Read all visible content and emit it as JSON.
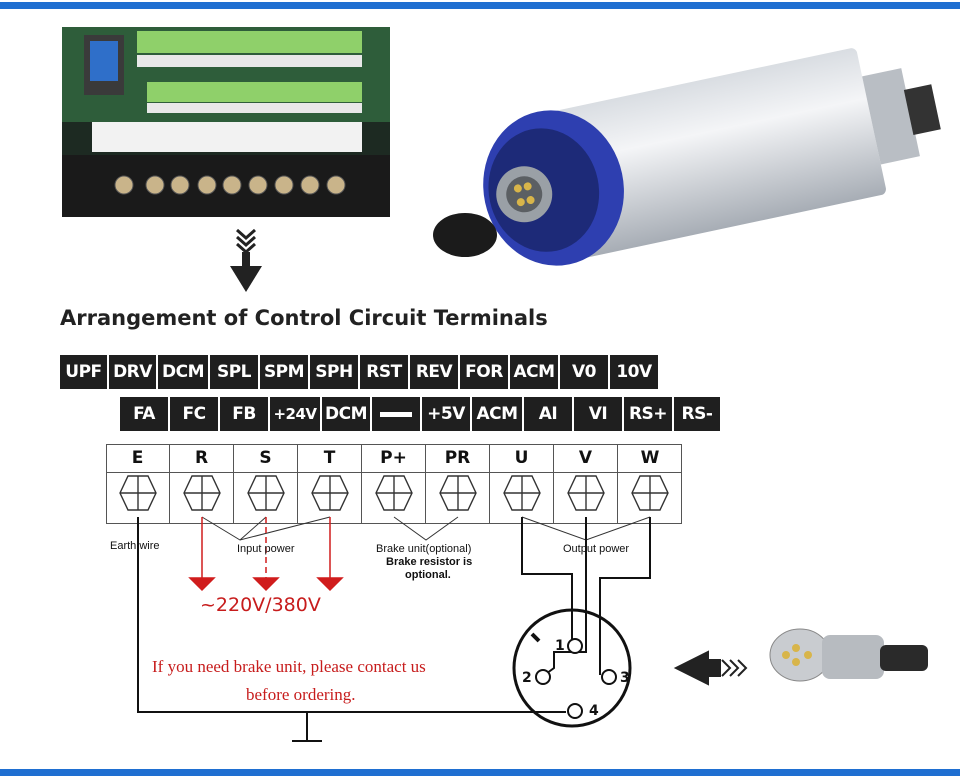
{
  "colors": {
    "accent": "#1f6fd1",
    "label_bg": "#1f1f1f",
    "warning": "#c71c1c"
  },
  "title": "Arrangement of Control Circuit Terminals",
  "control_row_top": [
    "UPF",
    "DRV",
    "DCM",
    "SPL",
    "SPM",
    "SPH",
    "RST",
    "REV",
    "FOR",
    "ACM",
    "V0",
    "10V"
  ],
  "control_row_bottom": [
    "FA",
    "FC",
    "FB",
    "+24V",
    "DCM",
    "",
    "+5V",
    "ACM",
    "AI",
    "VI",
    "RS+",
    "RS-"
  ],
  "main_terminals": [
    "E",
    "R",
    "S",
    "T",
    "P+",
    "PR",
    "U",
    "V",
    "W"
  ],
  "labels": {
    "earth": "Earth wire",
    "input": "Input power",
    "brake": "Brake unit(optional)",
    "brake_note_1": "Brake resistor is",
    "brake_note_2": "optional.",
    "output": "Output power"
  },
  "voltage": "~220V/380V",
  "notice_line_1": "If you need brake unit, please contact us",
  "notice_line_2": "before ordering.",
  "connector_pins": [
    "1",
    "2",
    "3",
    "4"
  ],
  "icons": [
    "down-arrow-icon",
    "left-arrow-icon",
    "ground-icon",
    "terminal-screw-icon"
  ]
}
